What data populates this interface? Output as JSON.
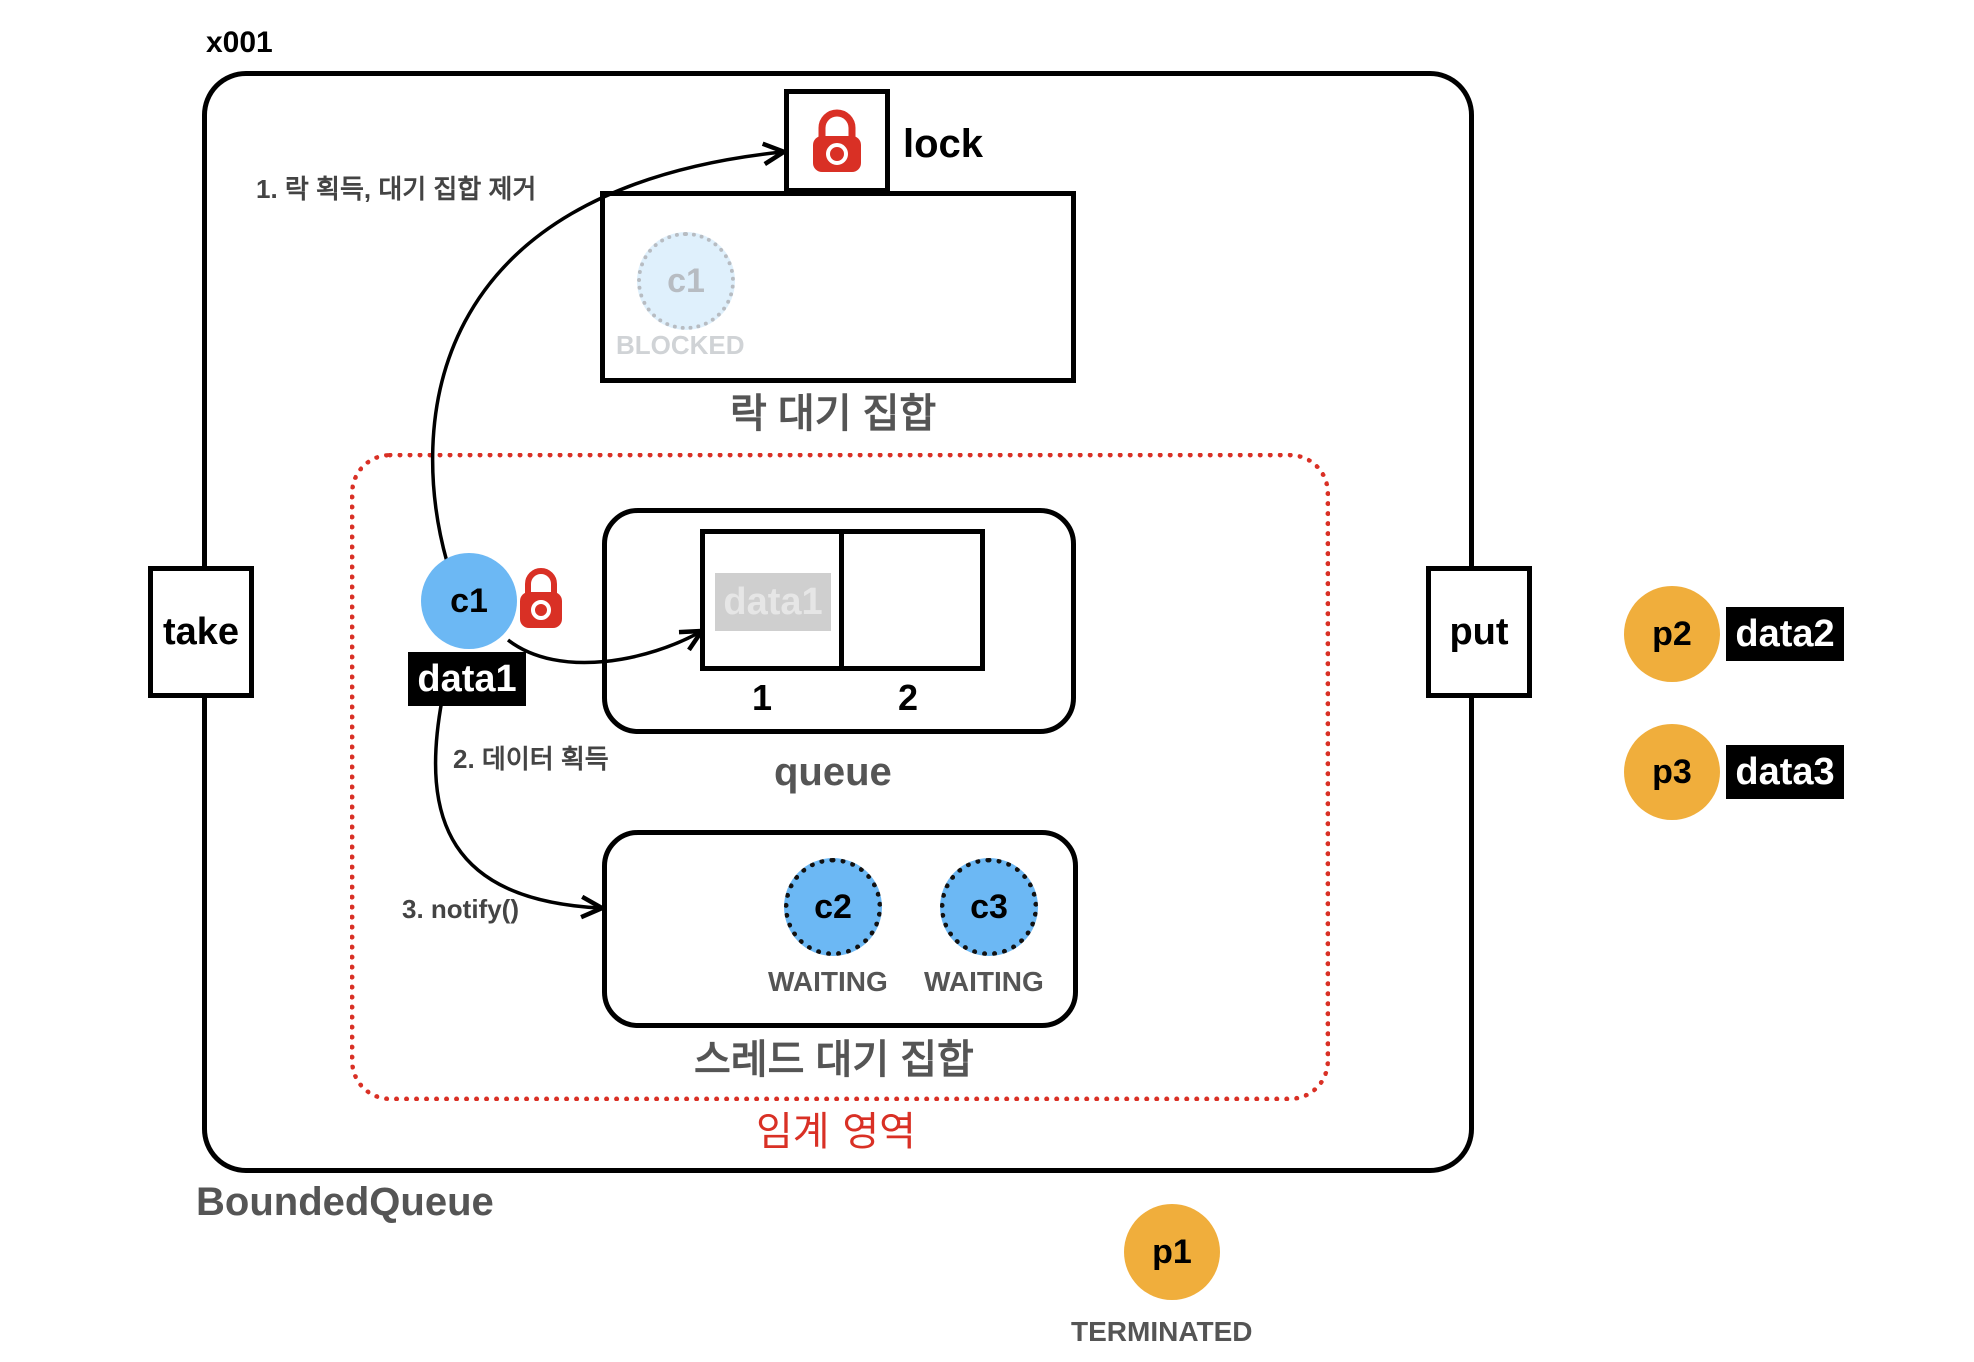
{
  "instance_id": "x001",
  "class_name": "BoundedQueue",
  "lock": {
    "label": "lock"
  },
  "lock_wait_set": {
    "label": "락 대기 집합",
    "thread": {
      "name": "c1",
      "state": "BLOCKED"
    }
  },
  "critical_section": {
    "label": "임계 영역"
  },
  "methods": {
    "take": "take",
    "put": "put"
  },
  "queue": {
    "label": "queue",
    "slots": [
      {
        "index": "1",
        "content": "data1"
      },
      {
        "index": "2",
        "content": ""
      }
    ]
  },
  "thread_wait_set": {
    "label": "스레드 대기 집합",
    "threads": [
      {
        "name": "c2",
        "state": "WAITING"
      },
      {
        "name": "c3",
        "state": "WAITING"
      }
    ]
  },
  "active_consumer": {
    "name": "c1",
    "data": "data1"
  },
  "steps": [
    "1. 락 획득, 대기 집합 제거",
    "2. 데이터 획득",
    "3. notify()"
  ],
  "producers_waiting": [
    {
      "name": "p2",
      "data": "data2"
    },
    {
      "name": "p3",
      "data": "data3"
    }
  ],
  "producer_done": {
    "name": "p1",
    "state": "TERMINATED"
  },
  "colors": {
    "consumer": "#6cb8f4",
    "producer": "#f0ae3c",
    "critical_border": "#d93025",
    "lock_icon": "#d93025"
  },
  "icons": [
    "padlock-icon"
  ]
}
